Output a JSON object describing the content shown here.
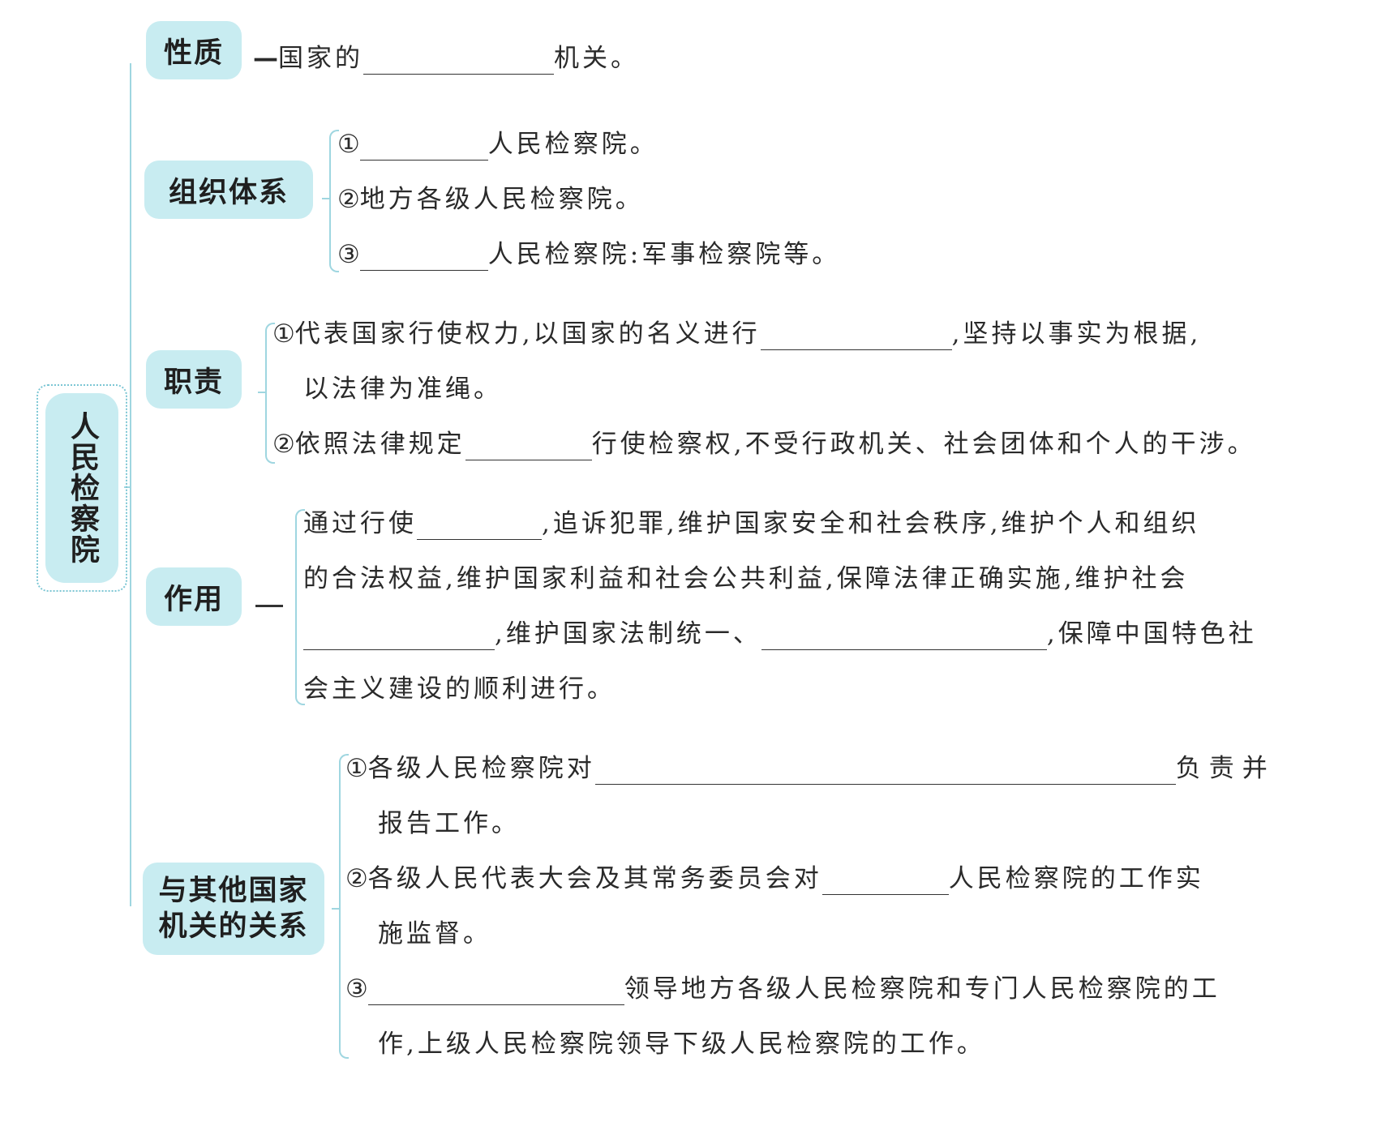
{
  "root": "人民检察院",
  "nodes": {
    "nature": "性质",
    "organization": "组织体系",
    "duty": "职责",
    "role": "作用",
    "relations": "与其他国家机关的关系"
  },
  "relations_lines": [
    "与其他国家",
    "机关的关系"
  ],
  "dash": "—",
  "nature": {
    "before": "国家的",
    "after": "机关。"
  },
  "org": {
    "n1": "①",
    "t1": "人民检察院。",
    "n2": "②",
    "t2": "地方各级人民检察院。",
    "n3": "③",
    "t3": "人民检察院:军事检察院等。"
  },
  "duty": {
    "n1": "①",
    "t1a": "代表国家行使权力,以国家的名义进行",
    "t1b": ",坚持以事实为根据,",
    "t1c": "以法律为准绳。",
    "n2": "②",
    "t2a": "依照法律规定",
    "t2b": "行使检察权,不受行政机关、社会团体和个人的干涉。"
  },
  "role": {
    "l1a": "通过行使",
    "l1b": ",追诉犯罪,维护国家安全和社会秩序,维护个人和组织",
    "l2": "的合法权益,维护国家利益和社会公共利益,保障法律正确实施,维护社会",
    "l3a": ",维护国家法制统一、",
    "l3b": ",保障中国特色社",
    "l4": "会主义建设的顺利进行。"
  },
  "rel": {
    "n1": "①",
    "t1a": "各级人民检察院对",
    "t1b": "负责并",
    "t1c": "报告工作。",
    "n2": "②",
    "t2a": "各级人民代表大会及其常务委员会对",
    "t2b": "人民检察院的工作实",
    "t2c": "施监督。",
    "n3": "③",
    "t3a": "领导地方各级人民检察院和专门人民检察院的工",
    "t3b": "作,上级人民检察院领导下级人民检察院的工作。"
  }
}
